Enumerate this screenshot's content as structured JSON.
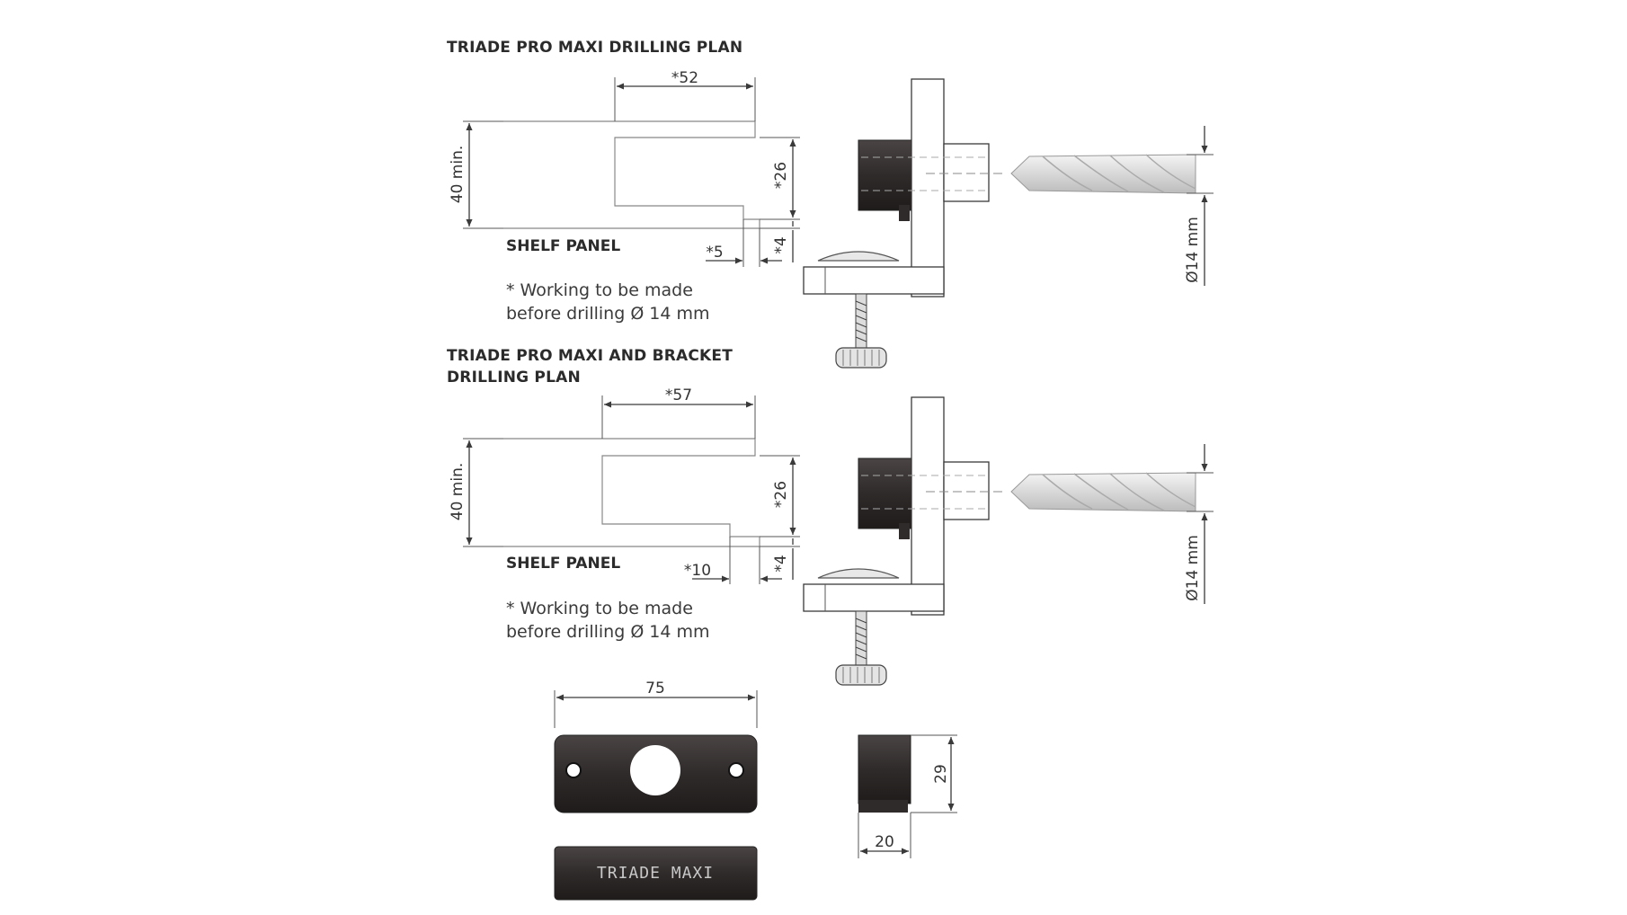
{
  "colors": {
    "background": "#ffffff",
    "line": "#3a3a3a",
    "dark_part": "#2f2b2a",
    "hatch": "#c8c8c8"
  },
  "plan1": {
    "title": "TRIADE PRO MAXI DRILLING PLAN",
    "dim_width": "*52",
    "dim_height": "40 min.",
    "dim_depth": "*26",
    "dim_step_w": "*5",
    "dim_step_h": "*4",
    "panel_label": "SHELF PANEL",
    "note_line1": "* Working to be made",
    "note_line2": "before drilling Ø 14 mm",
    "drill_label": "Ø14 mm"
  },
  "plan2": {
    "title_line1": "TRIADE PRO MAXI AND BRACKET",
    "title_line2": "DRILLING PLAN",
    "dim_width": "*57",
    "dim_height": "40 min.",
    "dim_depth": "*26",
    "dim_step_w": "*10",
    "dim_step_h": "*4",
    "panel_label": "SHELF PANEL",
    "note_line1": "* Working to be made",
    "note_line2": "before drilling Ø 14 mm",
    "drill_label": "Ø14 mm"
  },
  "part_views": {
    "plate_width": "75",
    "engraving": "TRIADE MAXI",
    "side_height": "29",
    "side_width": "20"
  }
}
